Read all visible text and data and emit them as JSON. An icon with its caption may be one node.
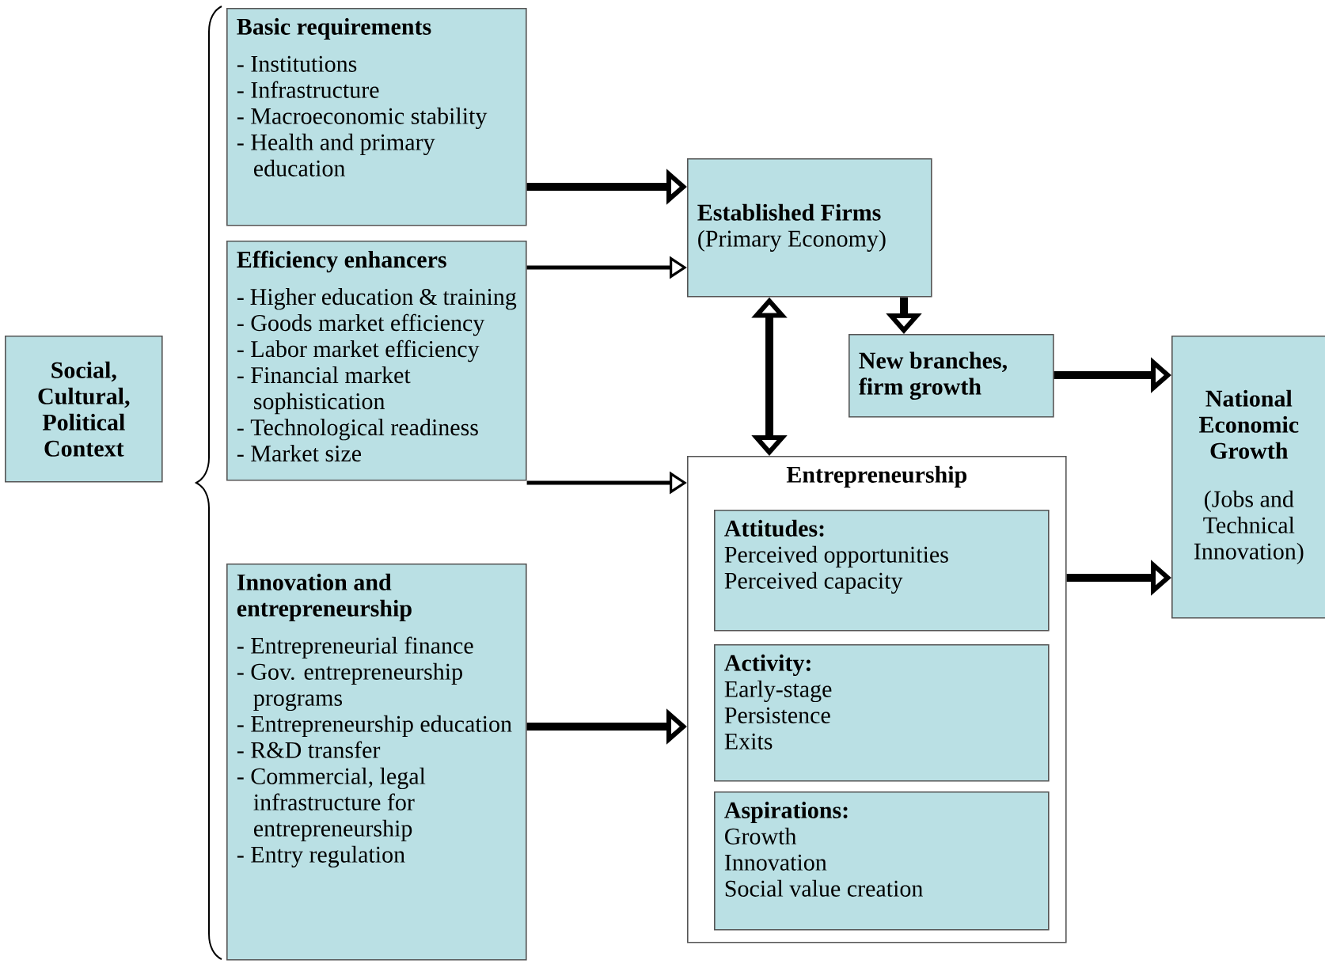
{
  "diagram": {
    "nodes": [
      {
        "text": [
          "Social, Cultural, Political Context"
        ]
      },
      {
        "text": [
          "Basic requirements",
          "- Institutions",
          "- Infrastructure",
          "- Macroeconomic stability",
          "- Health and primary education"
        ]
      },
      {
        "text": [
          "Efficiency enhancers",
          "- Higher education & training",
          "- Goods market efficiency",
          "- Labor market efficiency",
          "- Financial market sophistication",
          "- Technological readiness",
          "- Market size"
        ]
      },
      {
        "text": [
          "Innovation and entrepreneurship",
          "- Entrepreneurial finance",
          "- Gov. entrepreneurship programs",
          "- Entrepreneurship education",
          "- R&D transfer",
          "- Commercial, legal infrastructure for entrepreneurship",
          "- Entry regulation"
        ]
      },
      {
        "text": [
          "Established Firms",
          "(Primary Economy)"
        ]
      },
      {
        "text": [
          "New branches, firm growth"
        ]
      },
      {
        "text": [
          "National Economic Growth",
          "(Jobs and Technical Innovation)"
        ]
      },
      {
        "text": [
          "Entrepreneurship"
        ]
      },
      {
        "text": [
          "Attitudes:",
          "Perceived opportunities",
          "Perceived capacity"
        ],
        "in": 7
      },
      {
        "text": [
          "Activity:",
          "Early-stage",
          "Persistence",
          "Exits"
        ],
        "in": 7
      },
      {
        "text": [
          "Aspirations:",
          "Growth",
          "Innovation",
          "Social value creation"
        ],
        "in": 7
      }
    ],
    "edges": [
      {
        "from": 1,
        "to": 4,
        "arrow": "to"
      },
      {
        "from": 2,
        "to": 4,
        "arrow": "to"
      },
      {
        "from": 2,
        "to": 7,
        "arrow": "to"
      },
      {
        "from": 3,
        "to": 7,
        "arrow": "to"
      },
      {
        "from": 4,
        "to": 7,
        "arrow": "both"
      },
      {
        "from": 4,
        "to": 5,
        "arrow": "to"
      },
      {
        "from": 5,
        "to": 6,
        "arrow": "to"
      },
      {
        "from": 7,
        "to": 6,
        "arrow": "to"
      }
    ]
  }
}
